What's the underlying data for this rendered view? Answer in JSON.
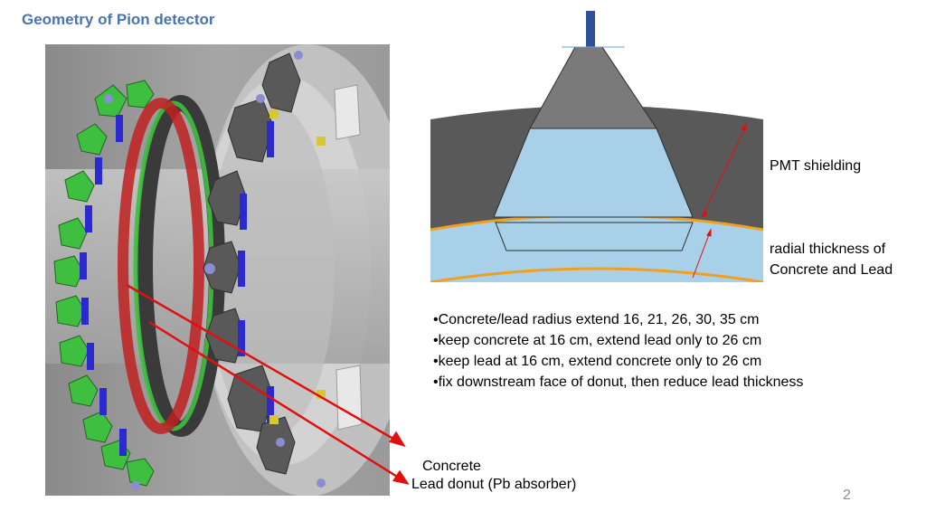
{
  "slide": {
    "title": "Geometry of Pion detector",
    "page_number": "2"
  },
  "labels": {
    "pmt_shielding": "PMT shielding",
    "radial_thickness_line1": "radial thickness of",
    "radial_thickness_line2": "Concrete and Lead",
    "concrete": "Concrete",
    "lead_donut": "Lead donut (Pb absorber)"
  },
  "bullets": [
    "•Concrete/lead radius extend 16, 21, 26, 30, 35 cm",
    "•keep concrete at 16 cm, extend lead only to 26 cm",
    "•keep lead at 16 cm, extend concrete only to 26 cm",
    "•fix downstream face of donut, then reduce lead thickness"
  ],
  "colors": {
    "title": "#4a74b0",
    "arrow": "#e01010",
    "detector_green": "#3fbf3f",
    "detector_blue": "#2a2ad0",
    "concrete_ring": "#c02020",
    "lead_layer": "#f0a020",
    "shield_blue": "#a8d0e8"
  }
}
